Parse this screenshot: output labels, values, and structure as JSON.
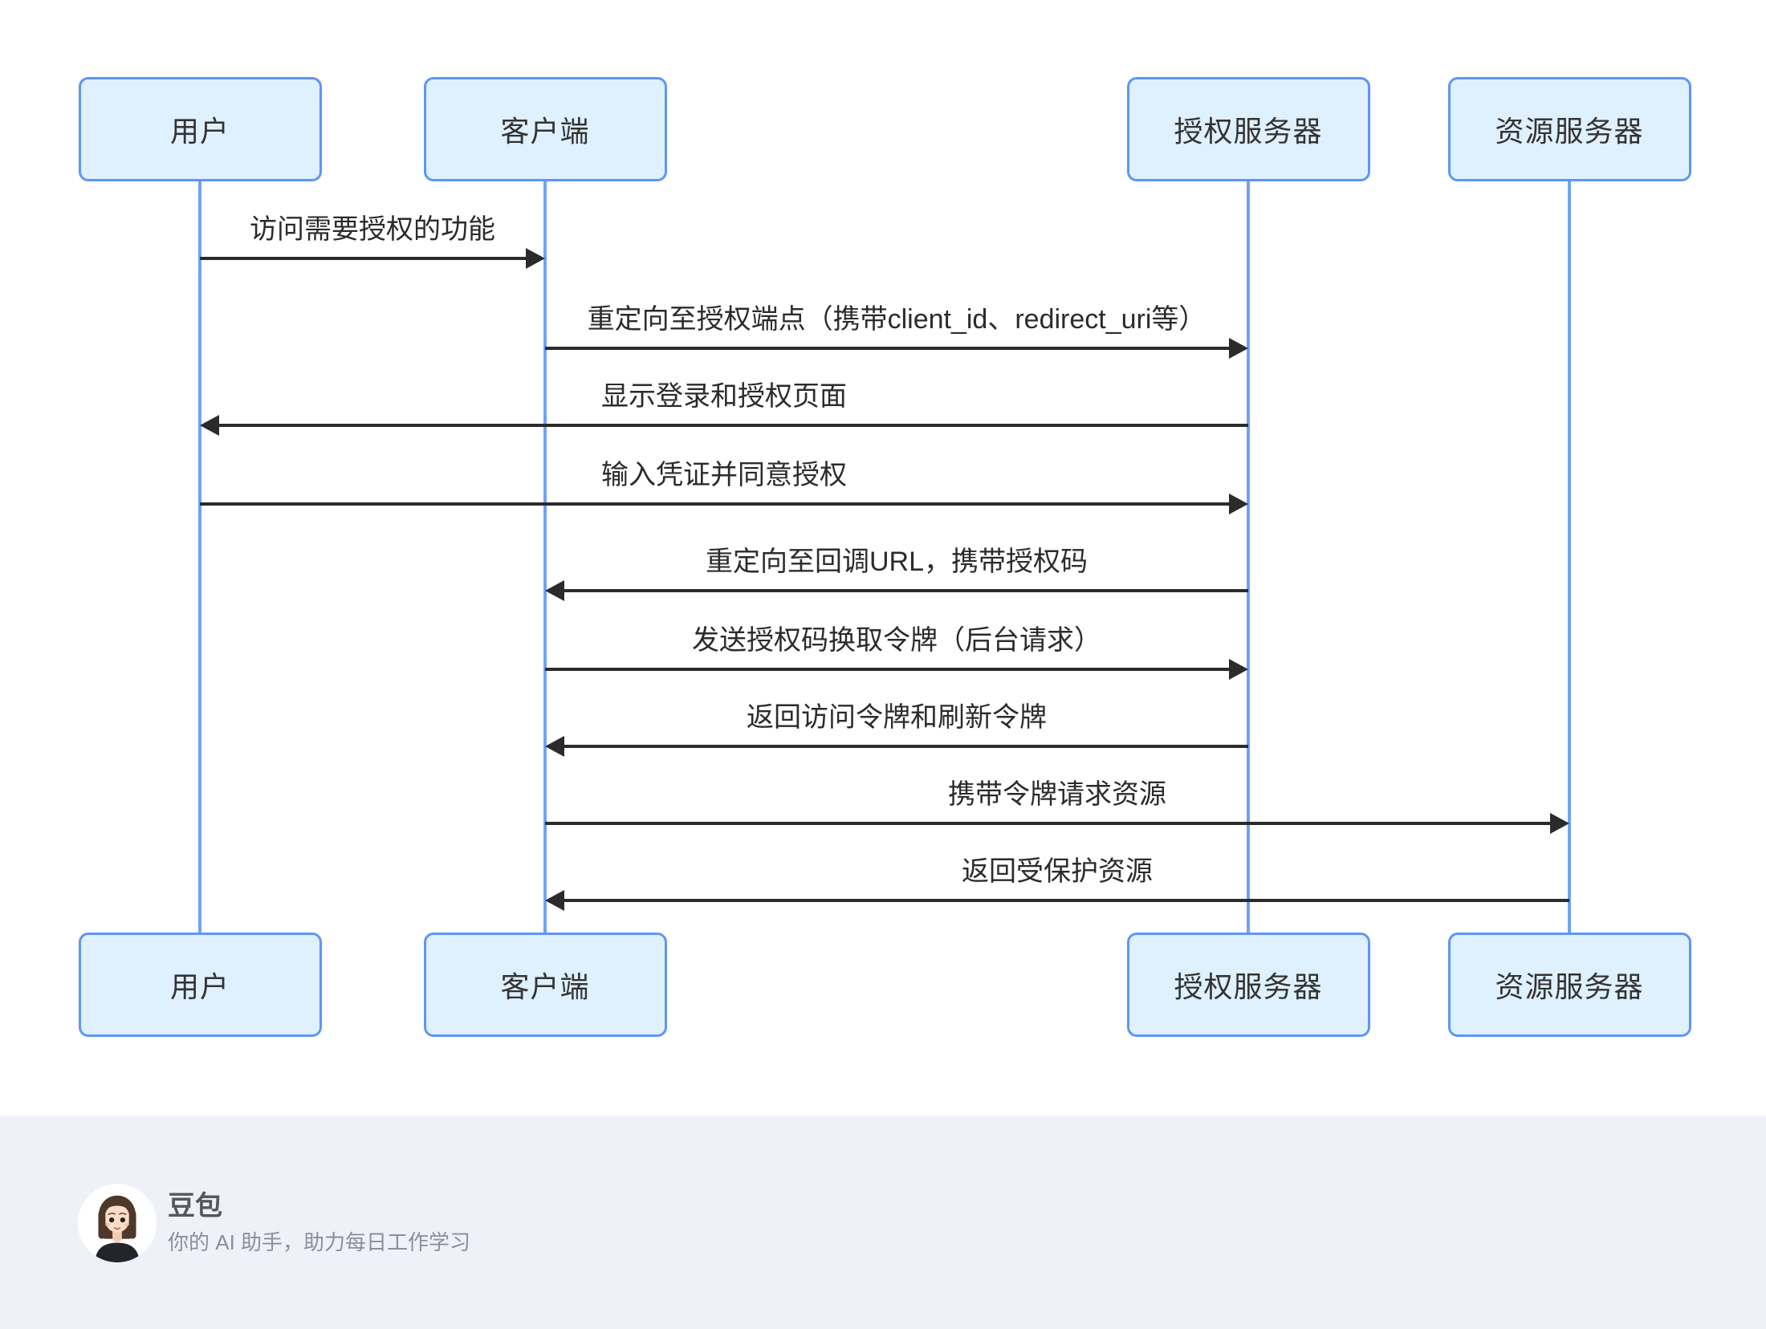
{
  "diagram": {
    "actors": [
      {
        "id": "user",
        "label": "用户"
      },
      {
        "id": "client",
        "label": "客户端"
      },
      {
        "id": "auth-server",
        "label": "授权服务器"
      },
      {
        "id": "resource-server",
        "label": "资源服务器"
      }
    ],
    "messages": [
      {
        "text": "访问需要授权的功能",
        "from": "user",
        "to": "client"
      },
      {
        "text": "重定向至授权端点（携带client_id、redirect_uri等）",
        "from": "client",
        "to": "auth-server"
      },
      {
        "text": "显示登录和授权页面",
        "from": "auth-server",
        "to": "user"
      },
      {
        "text": "输入凭证并同意授权",
        "from": "user",
        "to": "auth-server"
      },
      {
        "text": "重定向至回调URL，携带授权码",
        "from": "auth-server",
        "to": "client"
      },
      {
        "text": "发送授权码换取令牌（后台请求）",
        "from": "client",
        "to": "auth-server"
      },
      {
        "text": "返回访问令牌和刷新令牌",
        "from": "auth-server",
        "to": "client"
      },
      {
        "text": "携带令牌请求资源",
        "from": "client",
        "to": "resource-server"
      },
      {
        "text": "返回受保护资源",
        "from": "resource-server",
        "to": "client"
      }
    ]
  },
  "footer": {
    "brand": "豆包",
    "tagline": "你的 AI 助手，助力每日工作学习",
    "avatar_icon": "doubao-girl-avatar"
  },
  "colors": {
    "canvas_bg": "#FFFFFF",
    "actor_fill": "#DFF0FE",
    "actor_border": "#5E96F5",
    "actor_text": "#333333",
    "lifeline": "#6FA2F7",
    "arrow": "#2B2B2B",
    "message_text": "#2B2B2B",
    "footer_bg": "#EEF1F8",
    "brand_text": "#54575D",
    "tagline_text": "#8B8F97"
  }
}
